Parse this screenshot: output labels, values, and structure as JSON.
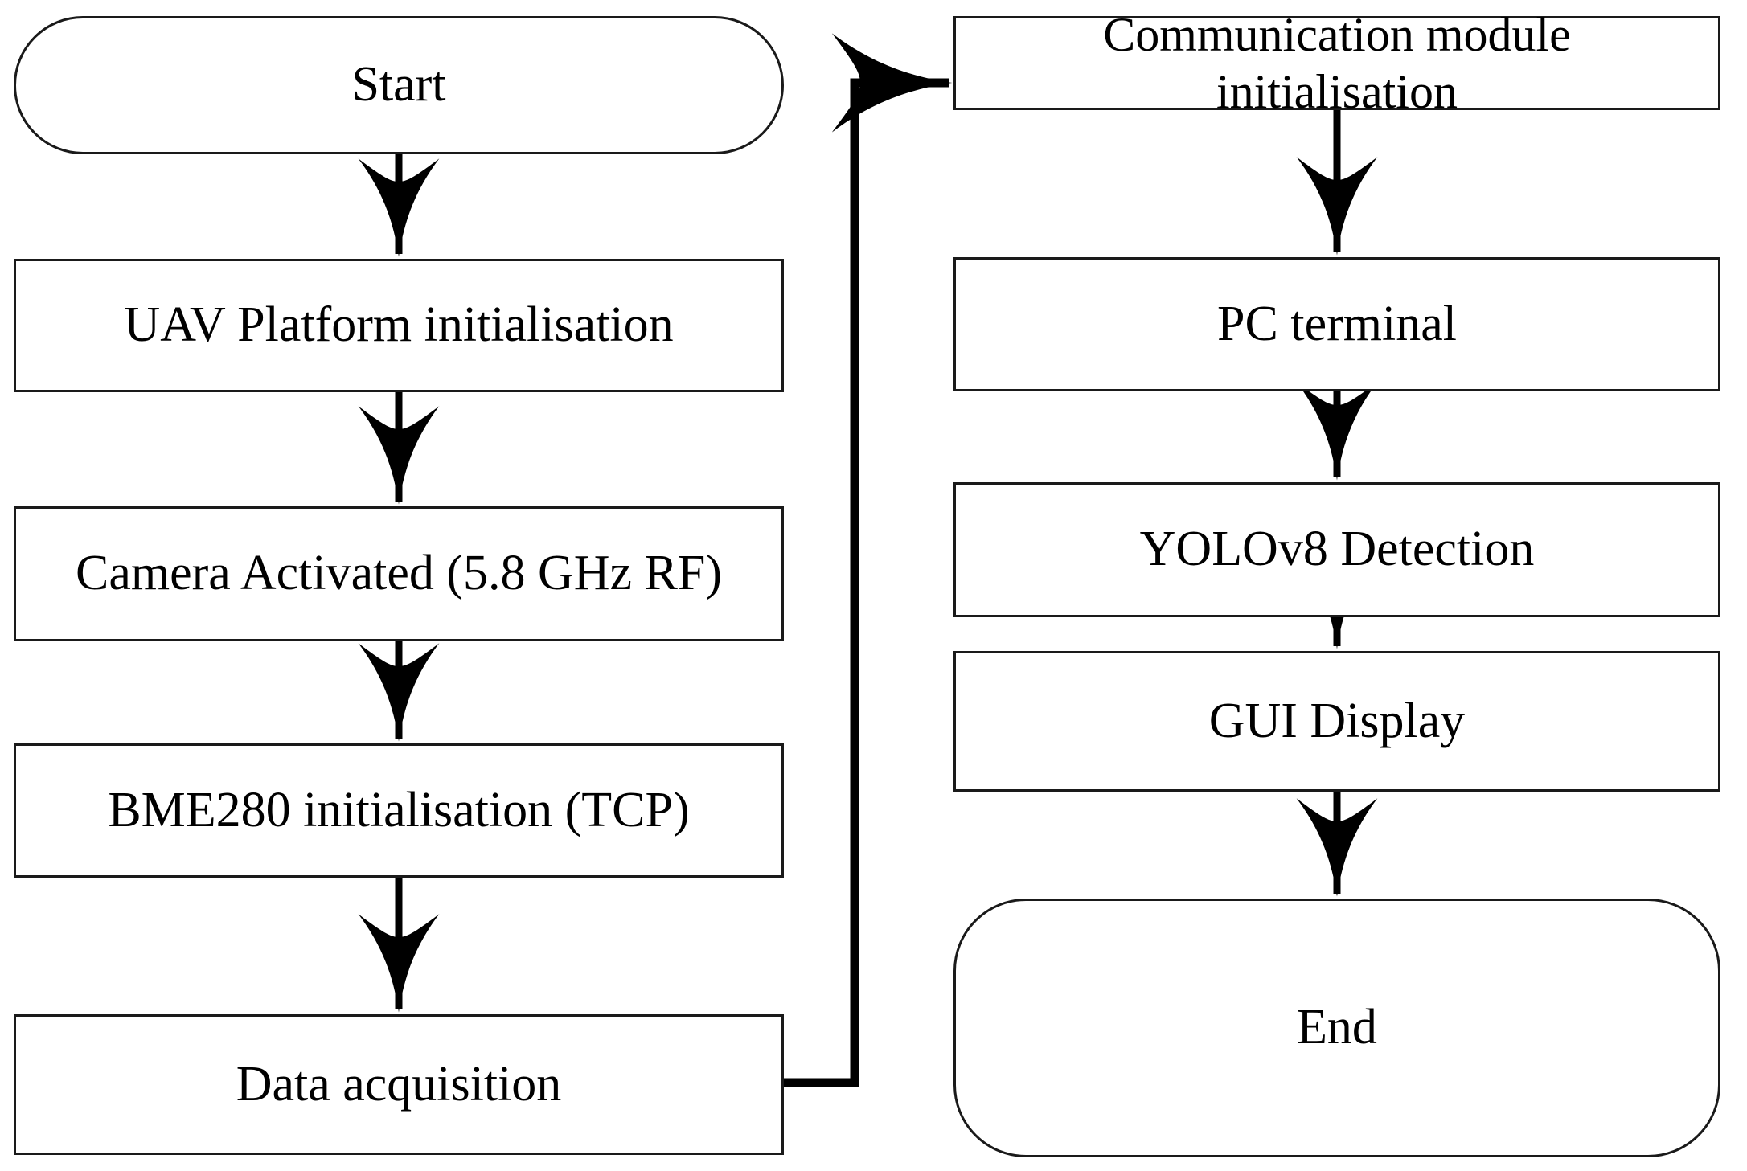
{
  "diagram": {
    "title": "UAV data acquisition and detection workflow",
    "background_color": "#ffffff",
    "stroke_color": "#000000",
    "text_color": "#000000"
  },
  "left_column": {
    "nodes": [
      {
        "id": "start",
        "label": "Start",
        "shape": "terminator"
      },
      {
        "id": "uav-init",
        "label": "UAV Platform initialisation",
        "shape": "process"
      },
      {
        "id": "camera",
        "label": "Camera Activated (5.8 GHz RF)",
        "shape": "process"
      },
      {
        "id": "bme280",
        "label": "BME280 initialisation (TCP)",
        "shape": "process"
      },
      {
        "id": "data-acq",
        "label": "Data acquisition",
        "shape": "process"
      }
    ]
  },
  "right_column": {
    "nodes": [
      {
        "id": "comm-init",
        "label": "Communication module\ninitialisation",
        "shape": "process"
      },
      {
        "id": "pc-terminal",
        "label": "PC terminal",
        "shape": "process"
      },
      {
        "id": "yolo",
        "label": "YOLOv8 Detection",
        "shape": "process"
      },
      {
        "id": "gui",
        "label": "GUI Display",
        "shape": "process"
      },
      {
        "id": "end",
        "label": "End",
        "shape": "terminator"
      }
    ]
  },
  "connectors": [
    {
      "id": "start-to-uav",
      "from": "start",
      "to": "uav-init",
      "direction": "down"
    },
    {
      "id": "uav-to-camera",
      "from": "uav-init",
      "to": "camera",
      "direction": "down"
    },
    {
      "id": "camera-to-bme280",
      "from": "camera",
      "to": "bme280",
      "direction": "down"
    },
    {
      "id": "bme280-to-data-acq",
      "from": "bme280",
      "to": "data-acq",
      "direction": "down"
    },
    {
      "id": "data-acq-to-comm-init",
      "from": "data-acq",
      "to": "comm-init",
      "direction": "elbow-right-up"
    },
    {
      "id": "comm-init-to-pc",
      "from": "comm-init",
      "to": "pc-terminal",
      "direction": "down"
    },
    {
      "id": "pc-to-yolo",
      "from": "pc-terminal",
      "to": "yolo",
      "direction": "down"
    },
    {
      "id": "yolo-to-gui",
      "from": "yolo",
      "to": "gui",
      "direction": "down"
    },
    {
      "id": "gui-to-end",
      "from": "gui",
      "to": "end",
      "direction": "down"
    }
  ]
}
